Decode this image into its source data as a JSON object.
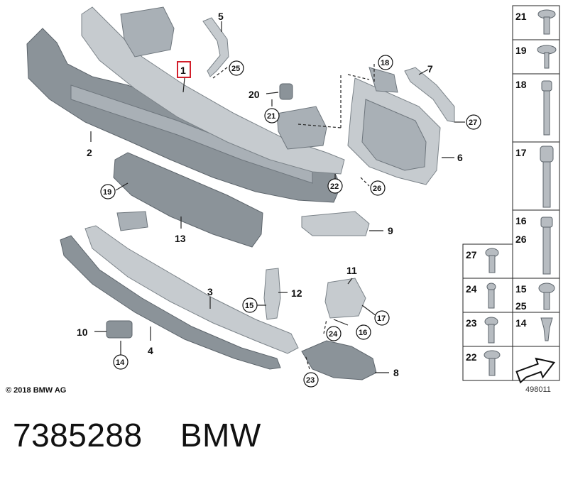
{
  "copyright": "© 2018 BMW AG",
  "reference_code": "498011",
  "caption": {
    "part_number": "7385288",
    "brand": "BMW"
  },
  "callouts": {
    "c1": "1",
    "c2": "2",
    "c3": "3",
    "c4": "4",
    "c5": "5",
    "c6": "6",
    "c7": "7",
    "c8": "8",
    "c9": "9",
    "c10": "10",
    "c11": "11",
    "c12": "12",
    "c13": "13",
    "c20": "20"
  },
  "circled": {
    "c14": "14",
    "c15": "15",
    "c16": "16",
    "c17": "17",
    "c18": "18",
    "c19": "19",
    "c21": "21",
    "c22": "22",
    "c23": "23",
    "c24": "24",
    "c25": "25",
    "c26": "26",
    "c27": "27"
  },
  "fastener_table": {
    "cell_21": "21",
    "cell_19": "19",
    "cell_18": "18",
    "cell_17": "17",
    "cell_16": "16",
    "cell_26": "26",
    "cell_27": "27",
    "cell_24": "24",
    "cell_15": "15",
    "cell_25": "25",
    "cell_23": "23",
    "cell_14": "14",
    "cell_22": "22"
  }
}
